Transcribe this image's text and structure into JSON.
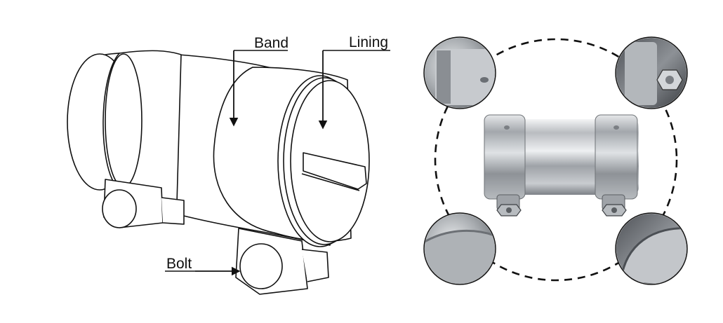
{
  "diagram": {
    "labels": {
      "band": "Band",
      "lining": "Lining",
      "bolt": "Bolt"
    }
  },
  "colors": {
    "line": "#111111",
    "steel_light": "#d9dbdd",
    "steel_mid": "#a7abaf",
    "steel_dark": "#6f7378",
    "background": "#ffffff"
  }
}
